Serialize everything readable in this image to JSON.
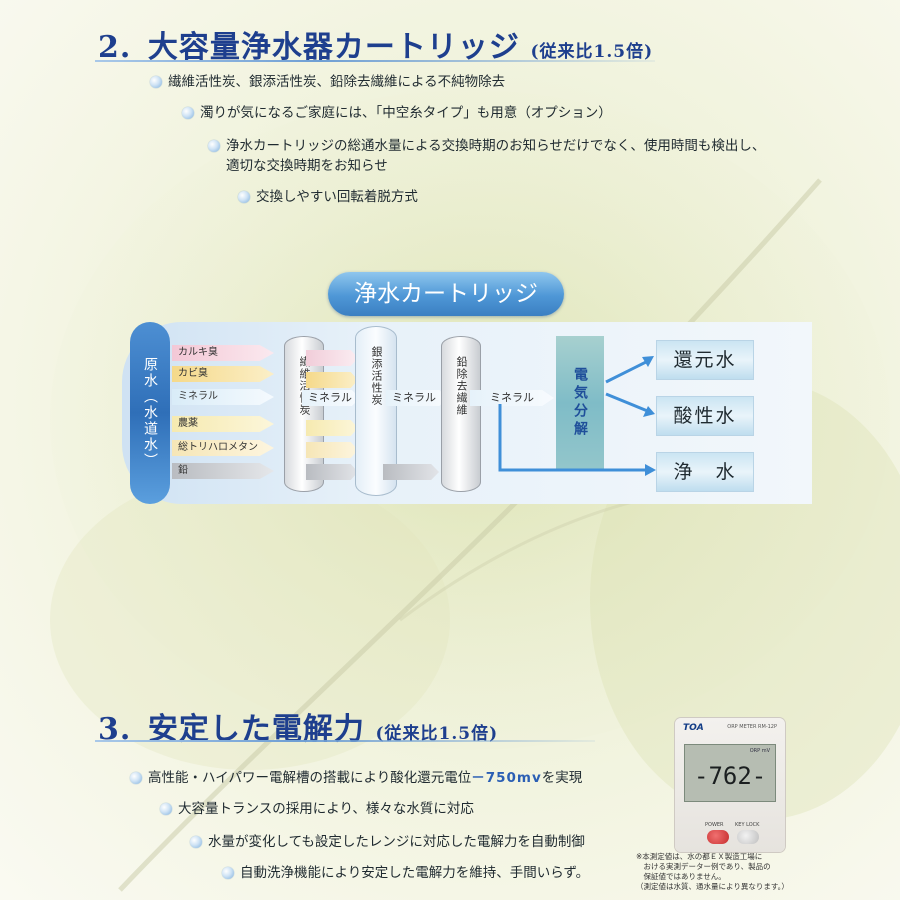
{
  "section2": {
    "number": "2.",
    "title": "大容量浄水器カートリッジ",
    "sub": "(従来比1.5倍)",
    "bullets": [
      "繊維活性炭、銀添活性炭、鉛除去繊維による不純物除去",
      "濁りが気になるご家庭には、「中空糸タイプ」も用意（オプション）",
      "浄水カートリッジの総通水量による交換時期のお知らせだけでなく、使用時間も検出し、",
      "適切な交換時期をお知らせ",
      "交換しやすい回転着脱方式"
    ]
  },
  "diagram": {
    "title": "浄水カートリッジ",
    "source": "原水（水道水）",
    "impurities": [
      "カルキ臭",
      "カビ臭",
      "ミネラル",
      "農薬",
      "総トリハロメタン",
      "鉛"
    ],
    "filter1": "繊維活性炭",
    "filter2": "銀添活性炭",
    "filter3": "鉛除去繊維",
    "mineral": "ミネラル",
    "electrolysis": "電気分解",
    "outputs": [
      "還元水",
      "酸性水",
      "浄　水"
    ]
  },
  "section3": {
    "number": "3.",
    "title": "安定した電解力",
    "sub": "(従来比1.5倍)",
    "bullet1_pre": "高性能・ハイパワー電解槽の搭載により酸化還元電位",
    "bullet1_accent": "－750mv",
    "bullet1_post": "を実現",
    "bullets": [
      "大容量トランスの採用により、様々な水質に対応",
      "水量が変化しても設定したレンジに対応した電解力を自動制御",
      "自動洗浄機能により安定した電解力を維持、手間いらず。"
    ]
  },
  "meter": {
    "brand": "TOA",
    "model": "ORP METER  RM-12P",
    "mode": "ORP mV",
    "reading": "-762-",
    "power": "POWER",
    "lock": "KEY LOCK"
  },
  "note": [
    "※本測定値は、水の都ＥＸ製造工場に",
    "　おける実測データー例であり、製品の",
    "　保証値ではありません。",
    "（測定値は水質、通水量により異なります。）"
  ],
  "colors": {
    "heading": "#1e3f8e",
    "accent": "#2b5fb4",
    "diagram_blue": "#4e97d6"
  }
}
